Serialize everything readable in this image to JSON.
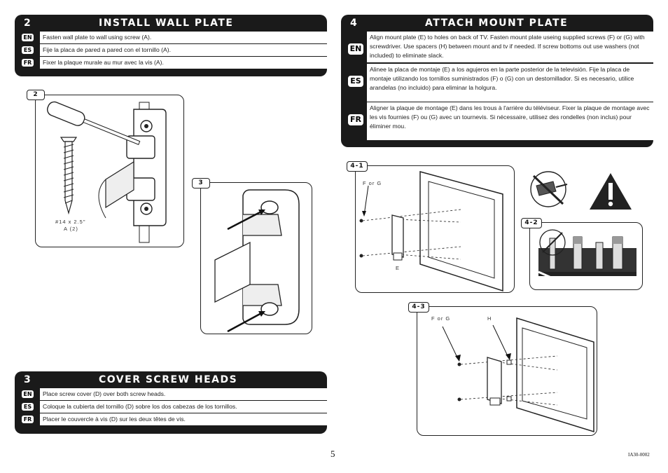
{
  "step2": {
    "num": "2",
    "title": "INSTALL WALL PLATE",
    "rows": [
      {
        "lang": "EN",
        "text": "Fasten wall plate to wall using screw (A)."
      },
      {
        "lang": "ES",
        "text": "Fije la placa de pared a pared con el tornillo (A)."
      },
      {
        "lang": "FR",
        "text": "Fixer la plaque murale au mur avec la vis (A)."
      }
    ],
    "figure_label": "2",
    "screw_spec": "#14 x 2.5\"",
    "screw_part": "A (2)"
  },
  "step3": {
    "num": "3",
    "title": "COVER SCREW HEADS",
    "rows": [
      {
        "lang": "EN",
        "text": "Place screw cover (D) over both screw heads."
      },
      {
        "lang": "ES",
        "text": "Coloque la cubierta del tornillo (D) sobre los dos cabezas de los tornillos."
      },
      {
        "lang": "FR",
        "text": "Placer le couvercle à vis (D) sur les deux têtes de vis."
      }
    ],
    "figure_label": "3"
  },
  "step4": {
    "num": "4",
    "title": "ATTACH MOUNT PLATE",
    "rows": [
      {
        "lang": "EN",
        "text": "Align mount plate (E) to holes on back of TV.  Fasten mount plate useing supplied screws (F) or (G) with screwdriver.  Use spacers (H) between mount and tv if needed. If screw bottoms out use washers (not included) to eliminate slack."
      },
      {
        "lang": "ES",
        "text": "Alinee la placa de montaje (E) a los agujeros en la parte posterior de la televisión. Fije la placa de montaje utilizando los tornillos suministrados (F) o (G) con un destornillador. Si es necesario, utilice arandelas (no incluido) para eliminar la holgura."
      },
      {
        "lang": "FR",
        "text": "Aligner la plaque de montage (E) dans les trous à l'arrière du téléviseur. Fixer la plaque de montage avec les vis fournies (F) ou (G) avec un tournevis. Si nécessaire, utilisez des rondelles (non inclus) pour éliminer mou."
      }
    ],
    "fig41": {
      "label": "4-1",
      "screws": "F or G",
      "plate": "E"
    },
    "fig42": {
      "label": "4-2"
    },
    "fig43": {
      "label": "4-3",
      "screws": "F or G",
      "spacers": "H"
    }
  },
  "footer": {
    "page_number": "5",
    "doc_code": "IA30-0002"
  }
}
